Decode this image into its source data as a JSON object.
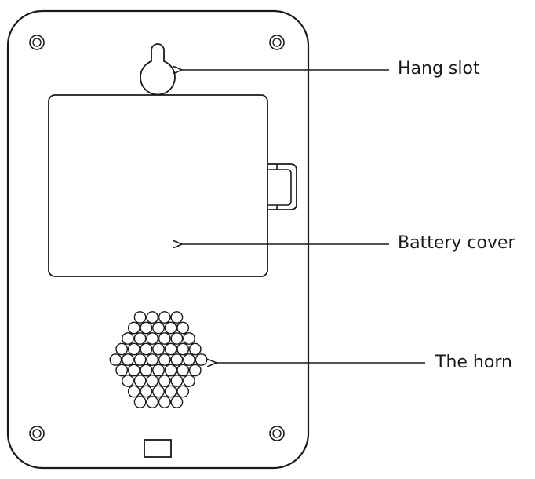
{
  "labels": {
    "hang_slot": "Hang slot",
    "battery_cover": "Battery cover",
    "horn": "The horn"
  },
  "colors": {
    "stroke": "#1a1a1a",
    "background": "#ffffff"
  },
  "icons": {
    "screws": "screw-icon",
    "speaker": "speaker-grille-icon"
  }
}
